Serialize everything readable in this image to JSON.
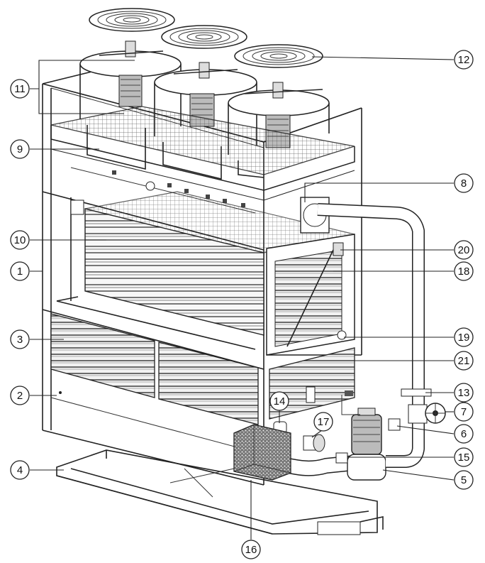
{
  "diagram": {
    "callouts": [
      {
        "id": "c1",
        "label": "1"
      },
      {
        "id": "c2",
        "label": "2"
      },
      {
        "id": "c3",
        "label": "3"
      },
      {
        "id": "c4",
        "label": "4"
      },
      {
        "id": "c5",
        "label": "5"
      },
      {
        "id": "c6",
        "label": "6"
      },
      {
        "id": "c7",
        "label": "7"
      },
      {
        "id": "c8",
        "label": "8"
      },
      {
        "id": "c9",
        "label": "9"
      },
      {
        "id": "c10",
        "label": "10"
      },
      {
        "id": "c11",
        "label": "11"
      },
      {
        "id": "c12",
        "label": "12"
      },
      {
        "id": "c13",
        "label": "13"
      },
      {
        "id": "c14",
        "label": "14"
      },
      {
        "id": "c15",
        "label": "15"
      },
      {
        "id": "c16",
        "label": "16"
      },
      {
        "id": "c17",
        "label": "17"
      },
      {
        "id": "c18",
        "label": "18"
      },
      {
        "id": "c19",
        "label": "19"
      },
      {
        "id": "c20",
        "label": "20"
      },
      {
        "id": "c21",
        "label": "21"
      }
    ]
  },
  "colors": {
    "line": "#222222",
    "panel": "#e6e6e6",
    "background": "#ffffff"
  }
}
